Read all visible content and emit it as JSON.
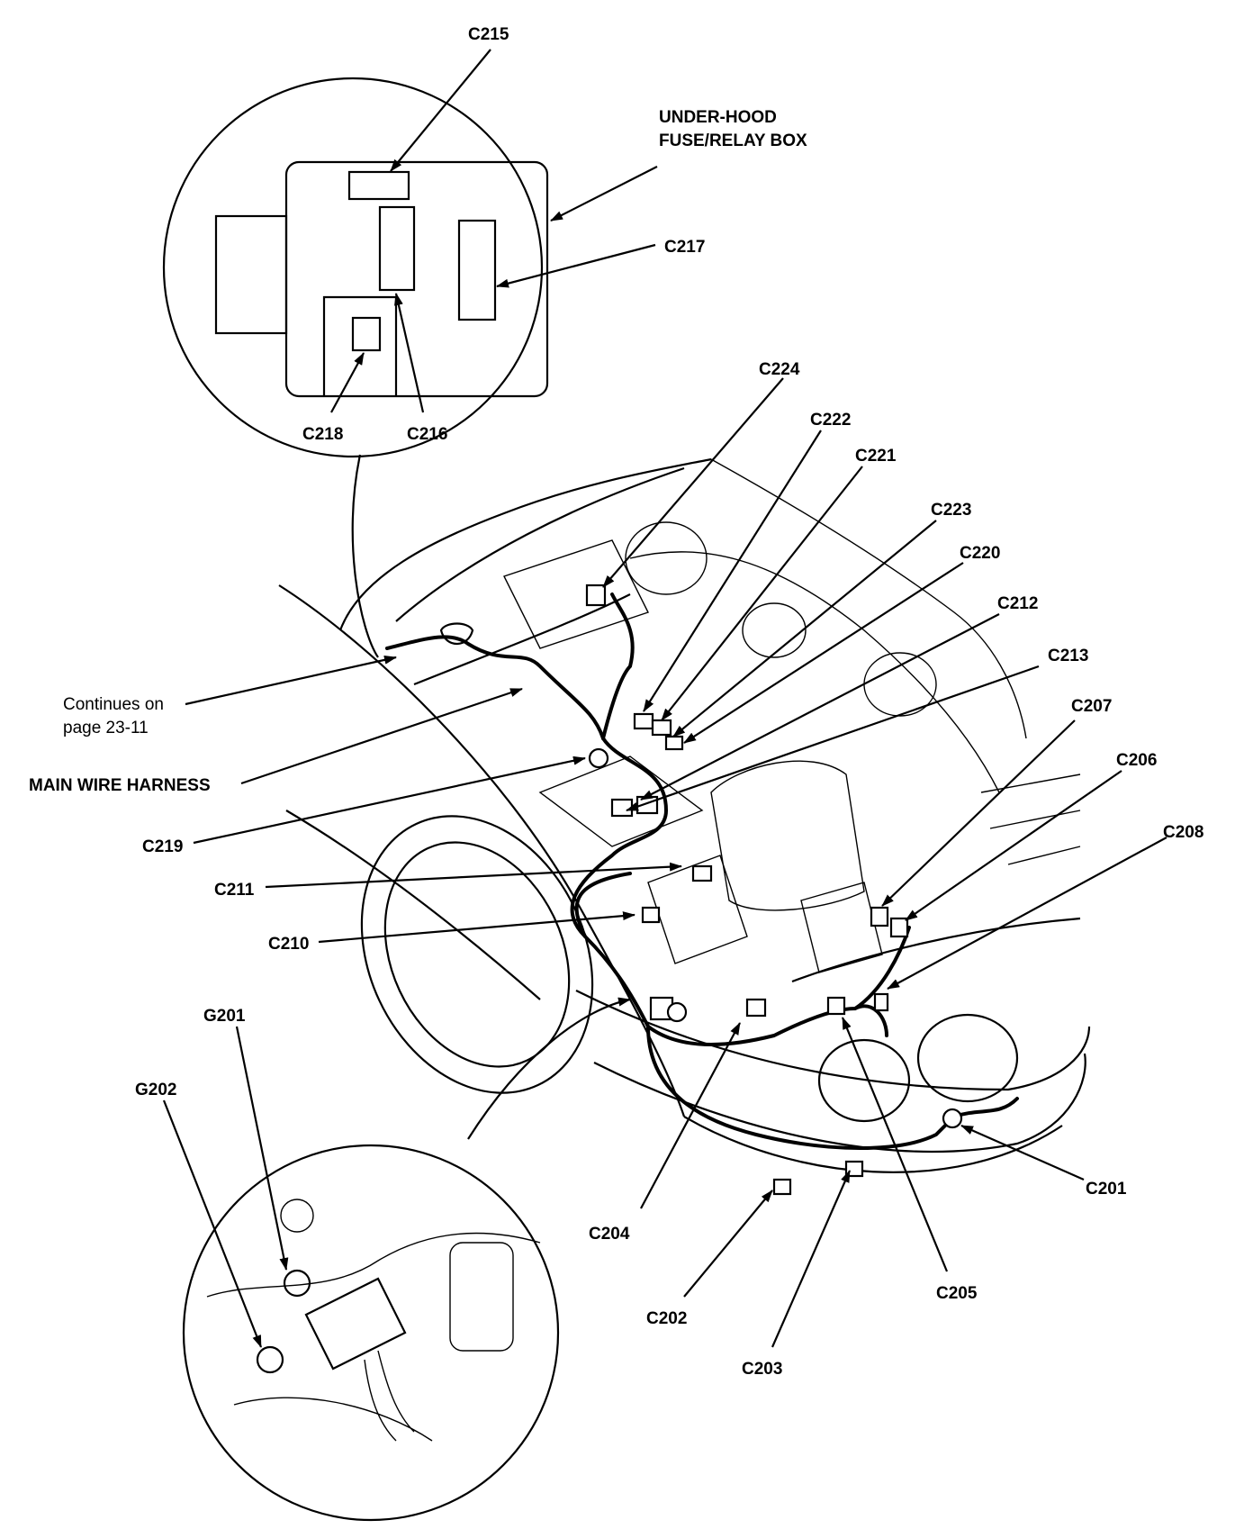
{
  "callouts": {
    "fuse_box": [
      "UNDER-HOOD",
      "FUSE/RELAY BOX"
    ],
    "continues": [
      "Continues on",
      "page 23-11"
    ],
    "main_harness": "MAIN WIRE HARNESS"
  },
  "connectors": {
    "c201": "C201",
    "c202": "C202",
    "c203": "C203",
    "c204": "C204",
    "c205": "C205",
    "c206": "C206",
    "c207": "C207",
    "c208": "C208",
    "c210": "C210",
    "c211": "C211",
    "c212": "C212",
    "c213": "C213",
    "c215": "C215",
    "c216": "C216",
    "c217": "C217",
    "c218": "C218",
    "c219": "C219",
    "c220": "C220",
    "c221": "C221",
    "c222": "C222",
    "c223": "C223",
    "c224": "C224"
  },
  "grounds": {
    "g201": "G201",
    "g202": "G202"
  }
}
